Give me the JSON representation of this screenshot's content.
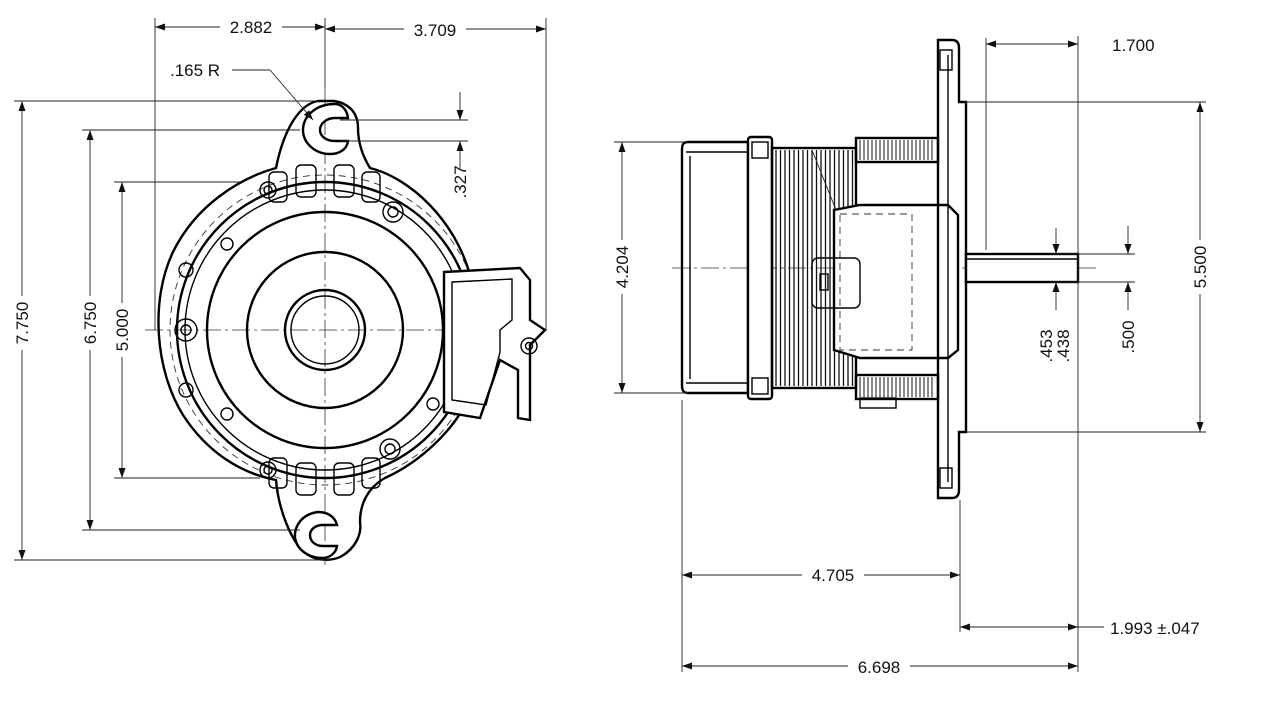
{
  "front_view": {
    "dims": {
      "width_left": "2.882",
      "width_right": "3.709",
      "slot_radius": ".165 R",
      "slot_offset": ".327",
      "overall_height": "7.750",
      "mount_height": "6.750",
      "body_height": "5.000"
    }
  },
  "side_view": {
    "dims": {
      "shaft_length": "1.700",
      "body_diameter": "4.204",
      "flange_height": "5.500",
      "shaft_dia_a": ".453",
      "shaft_dia_b": ".438",
      "shaft_flat": ".500",
      "body_length": "4.705",
      "flange_to_shaft_end": "1.993 ±.047",
      "overall_length": "6.698"
    }
  },
  "colors": {
    "line": "#000000",
    "background": "#ffffff"
  }
}
